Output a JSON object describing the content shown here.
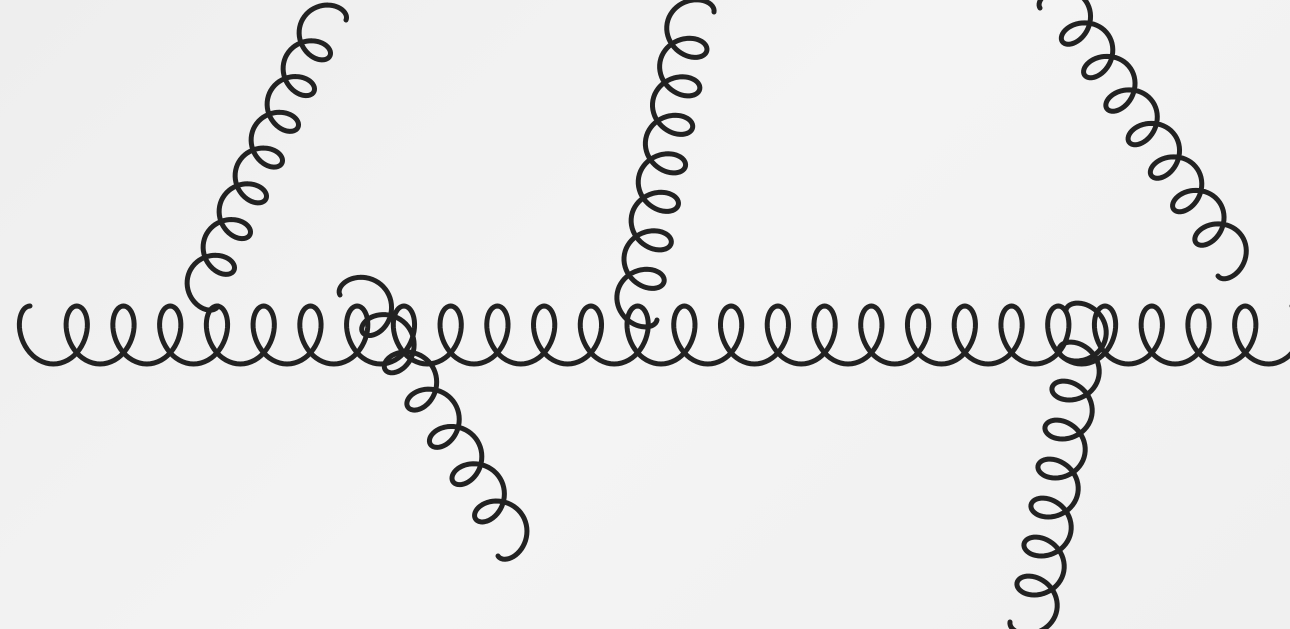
{
  "diagram": {
    "kind": "feynman-diagram",
    "particle": "gluon",
    "stroke_color": "#222222",
    "background_color": "#f1f1f1",
    "main_line": {
      "name": "horizontal-gluon-line",
      "loops": 27
    },
    "attached_lines": [
      {
        "name": "gluon-upper-left",
        "loops": 8,
        "direction": "up-right"
      },
      {
        "name": "gluon-lower-left",
        "loops": 7,
        "direction": "down-right"
      },
      {
        "name": "gluon-upper-middle",
        "loops": 8,
        "direction": "up"
      },
      {
        "name": "gluon-upper-right",
        "loops": 8,
        "direction": "up-left"
      },
      {
        "name": "gluon-lower-right",
        "loops": 8,
        "direction": "down"
      }
    ]
  }
}
